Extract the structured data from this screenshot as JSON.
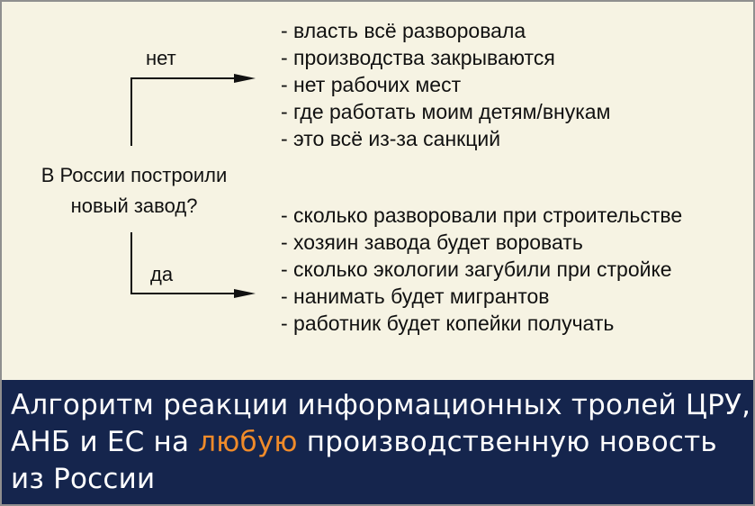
{
  "diagram": {
    "question_line1": "В России построили",
    "question_line2": "новый завод?",
    "branch_no": "нет",
    "branch_yes": "да",
    "no_items": [
      "- власть всё разворовала",
      "- производства закрываются",
      "- нет рабочих мест",
      "- где работать моим детям/внукам",
      "- это всё из-за санкций"
    ],
    "yes_items": [
      "- сколько разворовали при строительстве",
      "- хозяин завода будет воровать",
      "- сколько экологии загубили при стройке",
      "- нанимать будет мигрантов",
      "- работник будет копейки получать"
    ]
  },
  "caption": {
    "line1": "Алгоритм реакции информационных тролей ЦРУ,",
    "line2_before": "АНБ и ЕС на ",
    "line2_highlight": "любую",
    "line2_after": " производственную новость",
    "line3": "из России"
  },
  "colors": {
    "background": "#f6f3e3",
    "banner": "#15254d",
    "caption_text": "#ffffff",
    "highlight": "#f08b2a"
  }
}
